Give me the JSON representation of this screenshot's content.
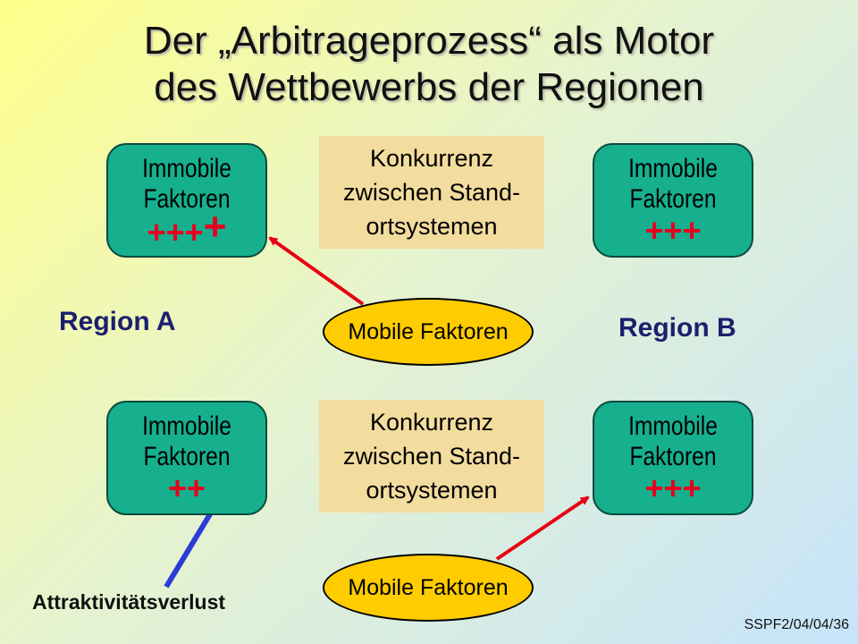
{
  "title": {
    "line1": "Der „Arbitrageprozess“ als Motor",
    "line2": "des Wettbewerbs der Regionen"
  },
  "boxes": {
    "top_left": {
      "line1": "Immobile",
      "line2": "Faktoren",
      "plus": "+++",
      "plus_extra": "+"
    },
    "top_right": {
      "line1": "Immobile",
      "line2": "Faktoren",
      "plus": "+++"
    },
    "bottom_left": {
      "line1": "Immobile",
      "line2": "Faktoren",
      "plus": "++"
    },
    "bottom_right": {
      "line1": "Immobile",
      "line2": "Faktoren",
      "plus": "+++"
    }
  },
  "competition": {
    "top": {
      "line1": "Konkurrenz",
      "line2": "zwischen Stand-",
      "line3": "ortsystemen"
    },
    "bottom": {
      "line1": "Konkurrenz",
      "line2": "zwischen Stand-",
      "line3": "ortsystemen"
    }
  },
  "mobile": {
    "top": "Mobile Faktoren",
    "bottom": "Mobile Faktoren"
  },
  "regions": {
    "a": "Region A",
    "b": "Region B"
  },
  "attractiveness_loss": "Attraktivitätsverlust",
  "footer": "SSPF2/04/04/36",
  "colors": {
    "immobile_box": "#16b08f",
    "plus_signs": "#e6001e",
    "competition_box": "#f2dc9e",
    "mobile_ellipse": "#ffcc00",
    "region_label": "#1c1f6e",
    "arrow_red": "#e60012",
    "arrow_blue": "#2b3bd6"
  }
}
